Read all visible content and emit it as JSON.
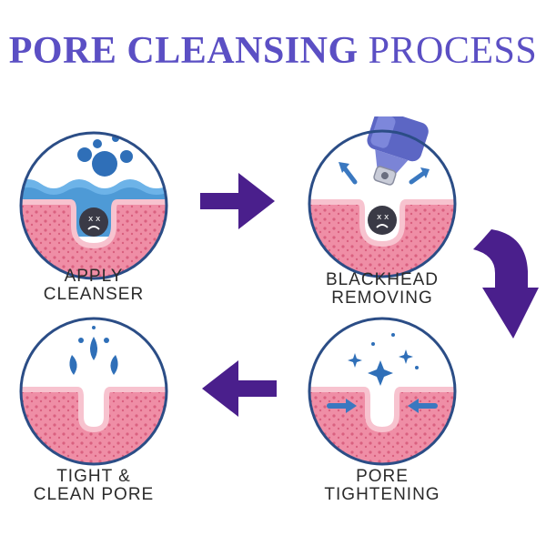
{
  "title": {
    "bold": "PORE CLEANSING",
    "light": "PROCESS"
  },
  "steps": [
    {
      "line1": "APPLY",
      "line2": "CLEANSER"
    },
    {
      "line1": "BLACKHEAD",
      "line2": "REMOVING"
    },
    {
      "line1": "PORE",
      "line2": "TIGHTENING"
    },
    {
      "line1": "TIGHT &",
      "line2": "CLEAN PORE"
    }
  ],
  "colors": {
    "title": "#5b4fc4",
    "arrow": "#4a1f8c",
    "ring": "#2b4d86",
    "skin": "#ef8ea6",
    "skin_top": "#f7c3cf",
    "water": "#4e9ad6",
    "accent_blue": "#3a78c0"
  }
}
